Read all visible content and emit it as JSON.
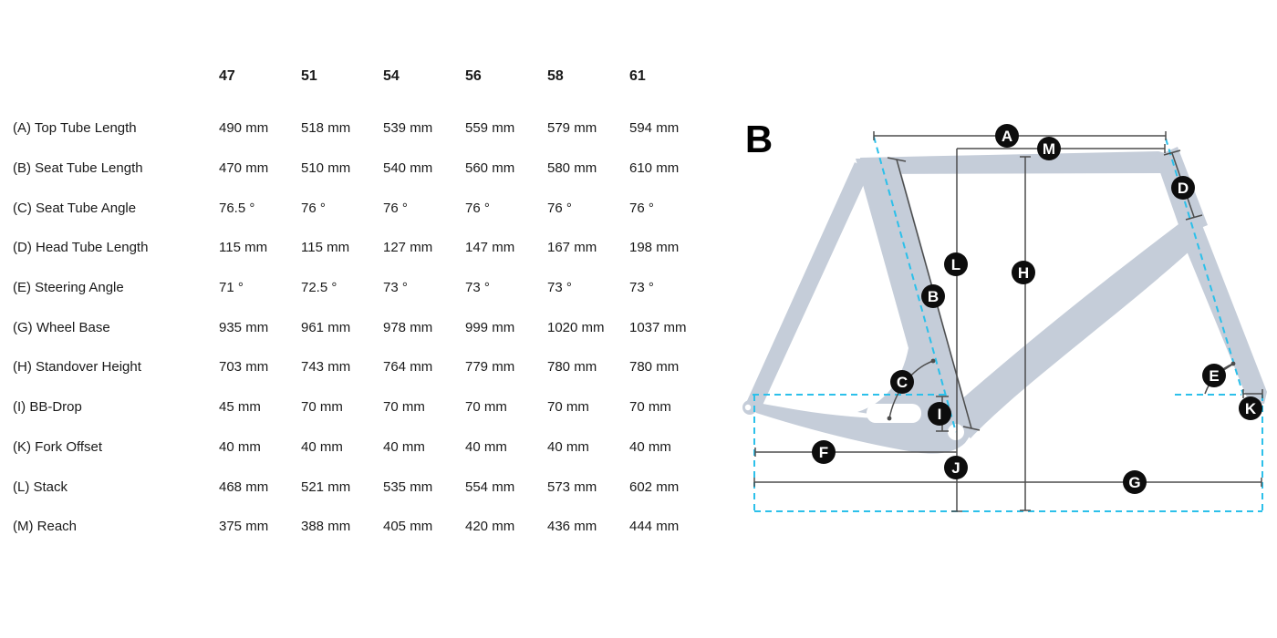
{
  "table": {
    "sizes": [
      "47",
      "51",
      "54",
      "56",
      "58",
      "61"
    ],
    "rows": [
      {
        "label": "(A) Top Tube Length",
        "values": [
          "490 mm",
          "518 mm",
          "539 mm",
          "559 mm",
          "579 mm",
          "594 mm"
        ]
      },
      {
        "label": "(B) Seat Tube Length",
        "values": [
          "470 mm",
          "510 mm",
          "540 mm",
          "560 mm",
          "580 mm",
          "610 mm"
        ]
      },
      {
        "label": "(C) Seat Tube Angle",
        "values": [
          "76.5 °",
          "76 °",
          "76 °",
          "76 °",
          "76 °",
          "76 °"
        ]
      },
      {
        "label": "(D) Head Tube Length",
        "values": [
          "115 mm",
          "115 mm",
          "127 mm",
          "147 mm",
          "167 mm",
          "198 mm"
        ]
      },
      {
        "label": "(E) Steering Angle",
        "values": [
          "71 °",
          "72.5 °",
          "73 °",
          "73 °",
          "73 °",
          "73 °"
        ]
      },
      {
        "label": "(G) Wheel Base",
        "values": [
          "935 mm",
          "961 mm",
          "978 mm",
          "999 mm",
          "1020 mm",
          "1037 mm"
        ]
      },
      {
        "label": "(H) Standover Height",
        "values": [
          "703 mm",
          "743 mm",
          "764 mm",
          "779 mm",
          "780 mm",
          "780 mm"
        ]
      },
      {
        "label": "(I) BB-Drop",
        "values": [
          "45 mm",
          "70 mm",
          "70 mm",
          "70 mm",
          "70 mm",
          "70 mm"
        ]
      },
      {
        "label": "(K) Fork Offset",
        "values": [
          "40 mm",
          "40 mm",
          "40 mm",
          "40 mm",
          "40 mm",
          "40 mm"
        ]
      },
      {
        "label": "(L) Stack",
        "values": [
          "468 mm",
          "521 mm",
          "535 mm",
          "554 mm",
          "573 mm",
          "602 mm"
        ]
      },
      {
        "label": "(M) Reach",
        "values": [
          "375 mm",
          "388 mm",
          "405 mm",
          "420 mm",
          "436 mm",
          "444 mm"
        ]
      }
    ]
  },
  "diagram": {
    "size_letter": "B",
    "markers": {
      "a": "A",
      "b": "B",
      "c": "C",
      "d": "D",
      "e": "E",
      "f": "F",
      "g": "G",
      "h": "H",
      "i": "I",
      "j": "J",
      "k": "K",
      "l": "L",
      "m": "M"
    },
    "colors": {
      "frame": "#c5cdd9",
      "dashed_line": "#2cc0ea",
      "measure_line": "#4d4d4d",
      "marker_bg": "#0d0d0d",
      "marker_text": "#ffffff"
    }
  }
}
